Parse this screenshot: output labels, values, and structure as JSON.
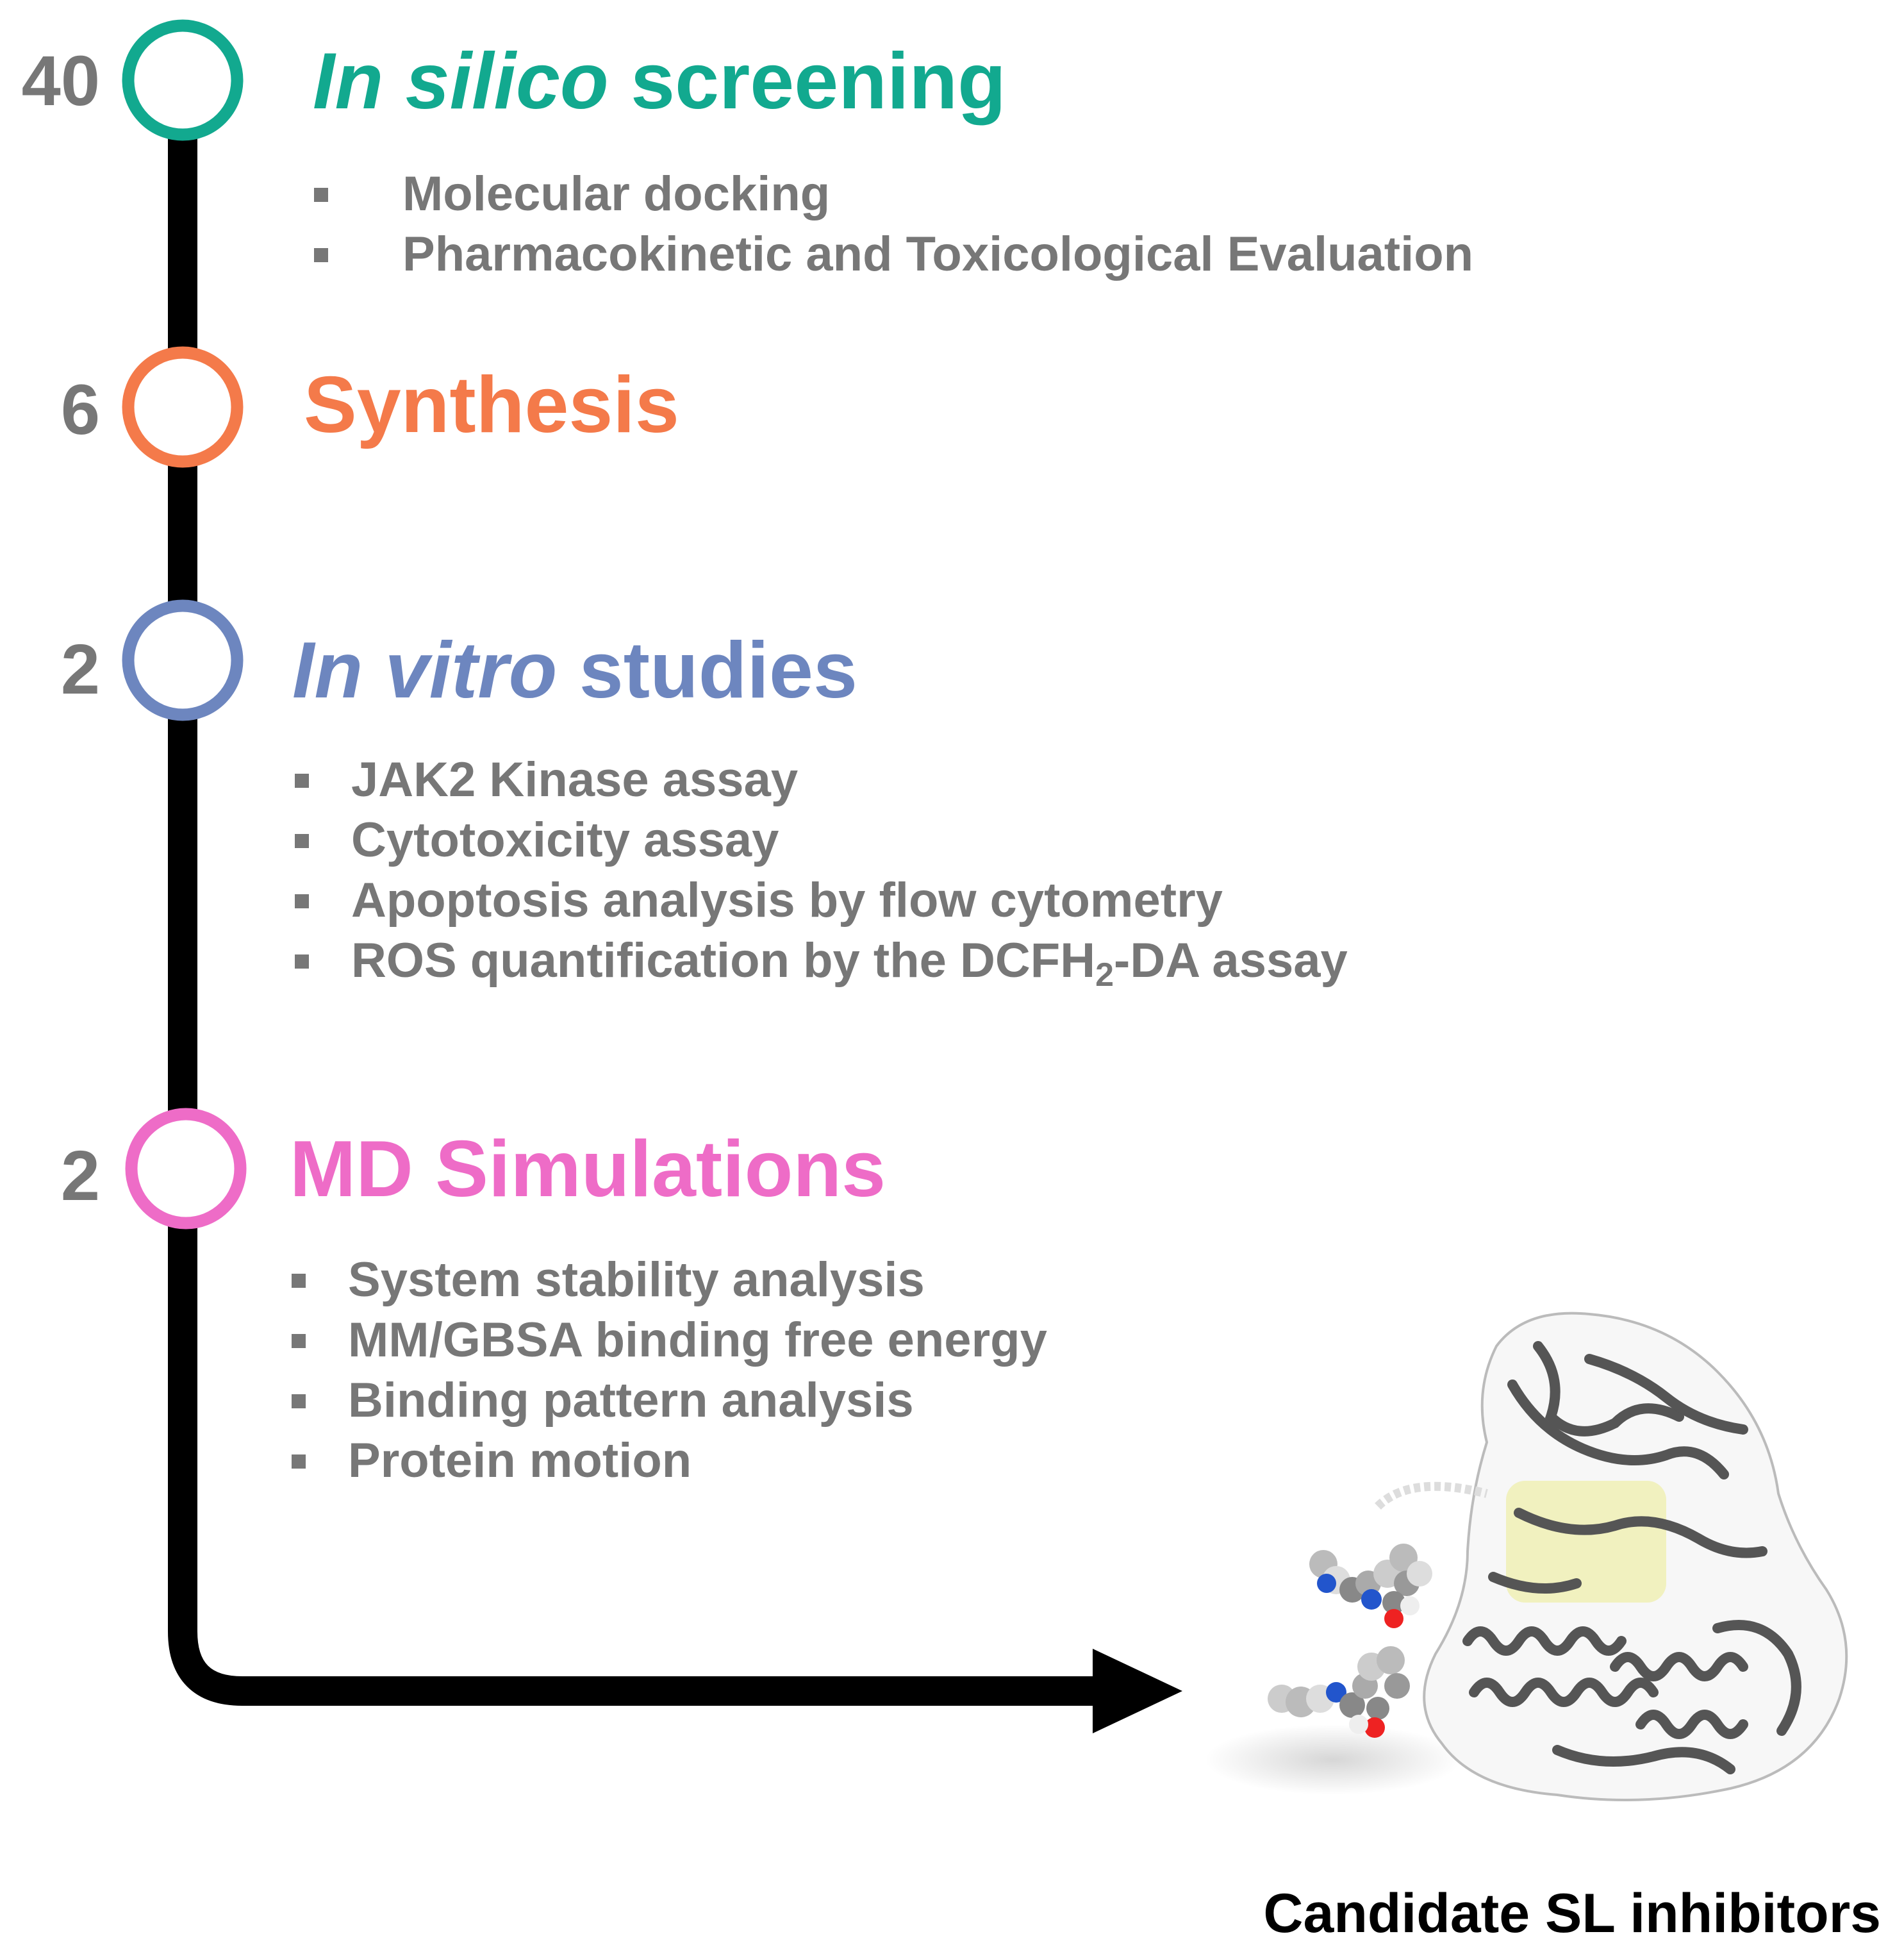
{
  "stages": [
    {
      "count": "40",
      "title_italic": "In silico",
      "title_rest": " screening",
      "color": "#12a98f",
      "items": [
        "Molecular docking",
        "Pharmacokinetic and Toxicological Evaluation"
      ]
    },
    {
      "count": "6",
      "title_italic": "",
      "title_rest": "Synthesis",
      "color": "#f47a4a",
      "items": []
    },
    {
      "count": "2",
      "title_italic": "In vitro",
      "title_rest": " studies",
      "color": "#6d86bf",
      "items": [
        "JAK2 Kinase assay",
        "Cytotoxicity assay",
        "Apoptosis analysis by flow cytometry"
      ],
      "item_ros": {
        "before": "ROS quantification by the DCFH",
        "sub": "2",
        "after": "-DA assay"
      }
    },
    {
      "count": "2",
      "title_italic": "",
      "title_rest": "MD Simulations",
      "color": "#ee6cc7",
      "items": [
        "System stability analysis",
        "MM/GBSA binding free energy",
        "Binding pattern analysis",
        "Protein motion"
      ]
    }
  ],
  "outcome_label": "Candidate SL inhibitors",
  "colors": {
    "timeline": "#000000",
    "text_gray": "#777777",
    "protein": "#555555",
    "highlight": "#ecec9a"
  },
  "illustration": "protein-ligand-structure"
}
